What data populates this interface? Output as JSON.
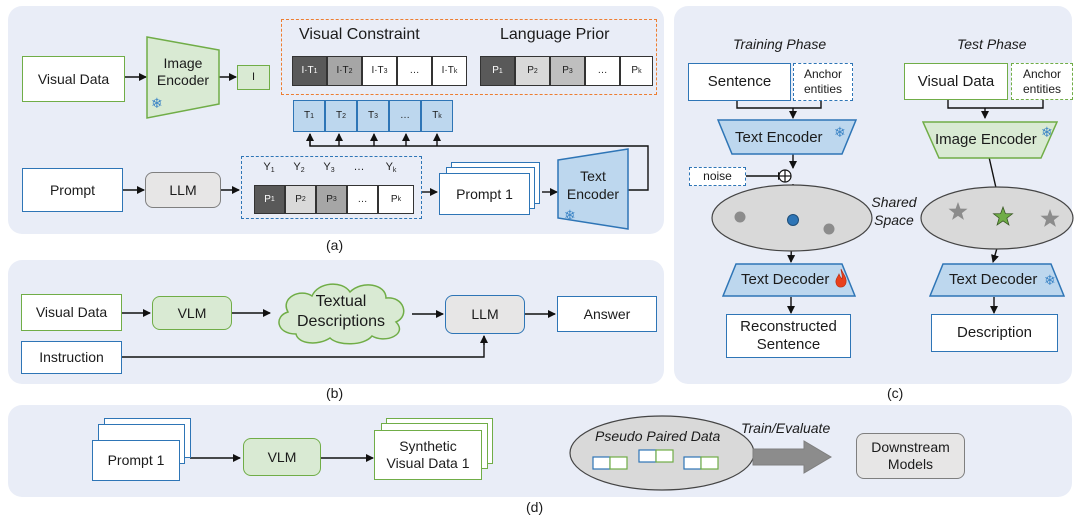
{
  "panel_a": {
    "caption": "(a)",
    "visual_data": "Visual Data",
    "image_encoder": [
      "Image",
      "Encoder"
    ],
    "image_feature": "I",
    "visual_constraint_title": "Visual Constraint",
    "language_prior_title": "Language Prior",
    "visual_constraint_cells": [
      "I·T",
      "I·T",
      "I·T",
      "…",
      "I·T"
    ],
    "visual_constraint_subs": [
      "1",
      "2",
      "3",
      "",
      "k"
    ],
    "language_prior_cells": [
      "P",
      "P",
      "P",
      "…",
      "P"
    ],
    "language_prior_subs": [
      "1",
      "2",
      "3",
      "",
      "k"
    ],
    "text_feature_cells": [
      "T",
      "T",
      "T",
      "…",
      "T"
    ],
    "text_feature_subs": [
      "1",
      "2",
      "3",
      "",
      "k"
    ],
    "prompt": "Prompt",
    "llm": "LLM",
    "output_tokens": [
      "Y",
      "Y",
      "Y",
      "…",
      "Y"
    ],
    "output_token_subs": [
      "1",
      "2",
      "3",
      "",
      "k"
    ],
    "prompt_cells": [
      "P",
      "P",
      "P",
      "…",
      "P"
    ],
    "prompt_cell_subs": [
      "1",
      "2",
      "3",
      "",
      "k"
    ],
    "prompt_stack": "Prompt 1",
    "text_encoder": [
      "Text",
      "Encoder"
    ]
  },
  "panel_b": {
    "caption": "(b)",
    "visual_data": "Visual Data",
    "vlm": "VLM",
    "textual_descriptions": [
      "Textual",
      "Descriptions"
    ],
    "llm": "LLM",
    "answer": "Answer",
    "instruction": "Instruction"
  },
  "panel_c": {
    "caption": "(c)",
    "training_phase": "Training Phase",
    "test_phase": "Test Phase",
    "sentence": "Sentence",
    "anchor_entities": [
      "Anchor",
      "entities"
    ],
    "visual_data": "Visual Data",
    "text_encoder": "Text Encoder",
    "image_encoder": "Image Encoder",
    "noise": "noise",
    "shared_space": [
      "Shared",
      "Space"
    ],
    "text_decoder": "Text Decoder",
    "reconstructed_sentence": [
      "Reconstructed",
      "Sentence"
    ],
    "description": "Description"
  },
  "panel_d": {
    "caption": "(d)",
    "prompt_stack": "Prompt 1",
    "vlm": "VLM",
    "synthetic": [
      "Synthetic",
      "Visual Data 1"
    ],
    "pseudo_paired": "Pseudo Paired Data",
    "train_evaluate": "Train/Evaluate",
    "downstream": [
      "Downstream",
      "Models"
    ]
  },
  "colors": {
    "panel_bg": "#e9edf7",
    "green_border": "#70ad47",
    "blue_border": "#2e75b6",
    "blue_fill": "#bdd7ee",
    "green_fill": "#d9ead3",
    "orange_dash": "#ed7d31"
  }
}
